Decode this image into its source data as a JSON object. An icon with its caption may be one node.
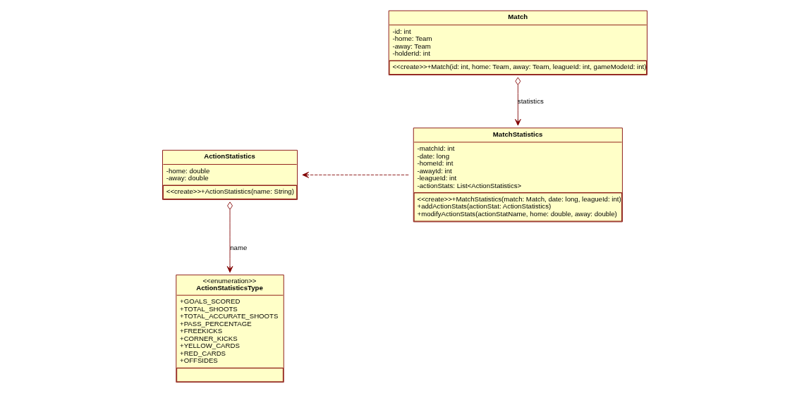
{
  "diagram": {
    "nodes": [
      {
        "text": [
          "ActionStatistics",
          "-home: double",
          "-away: double",
          "<<create>>+ActionStatistics(name: String)"
        ]
      },
      {
        "text": [
          "MatchStatistics",
          "-matchId: int",
          "-date: long",
          "-homeId: int",
          "-awayId: int",
          "-leagueId: int",
          "-actionStats: List<ActionStatistics>",
          "<<create>>+MatchStatistics(match: Match, date: long, leagueId: int)",
          "+addActionStats(actionStat: ActionStatistics)",
          "+modifyActionStats(actionStatName, home: double, away: double)"
        ]
      },
      {
        "text": [
          "<<enumeration>>",
          "ActionStatisticsType",
          "+GOALS_SCORED",
          "+TOTAL_SHOOTS",
          "+TOTAL_ACCURATE_SHOOTS",
          "+PASS_PERCENTAGE",
          "+FREEKICKS",
          "+CORNER_KICKS",
          "+YELLOW_CARDS",
          "+RED_CARDS",
          "+OFFSIDES"
        ]
      },
      {
        "text": [
          "Match",
          "-id: int",
          "-home: Team",
          "-away: Team",
          "-holderId: int",
          "<<create>>+Match(id: int, home: Team, away: Team, leagueId: int, gameModeId: int)"
        ]
      }
    ],
    "edges": [
      {
        "from": 1,
        "to": 0,
        "arrow": "to",
        "style": "dashed"
      },
      {
        "from": 0,
        "to": 2,
        "arrow": "to",
        "label": "name"
      },
      {
        "from": 3,
        "to": 1,
        "arrow": "to",
        "label": "statistics"
      }
    ]
  }
}
